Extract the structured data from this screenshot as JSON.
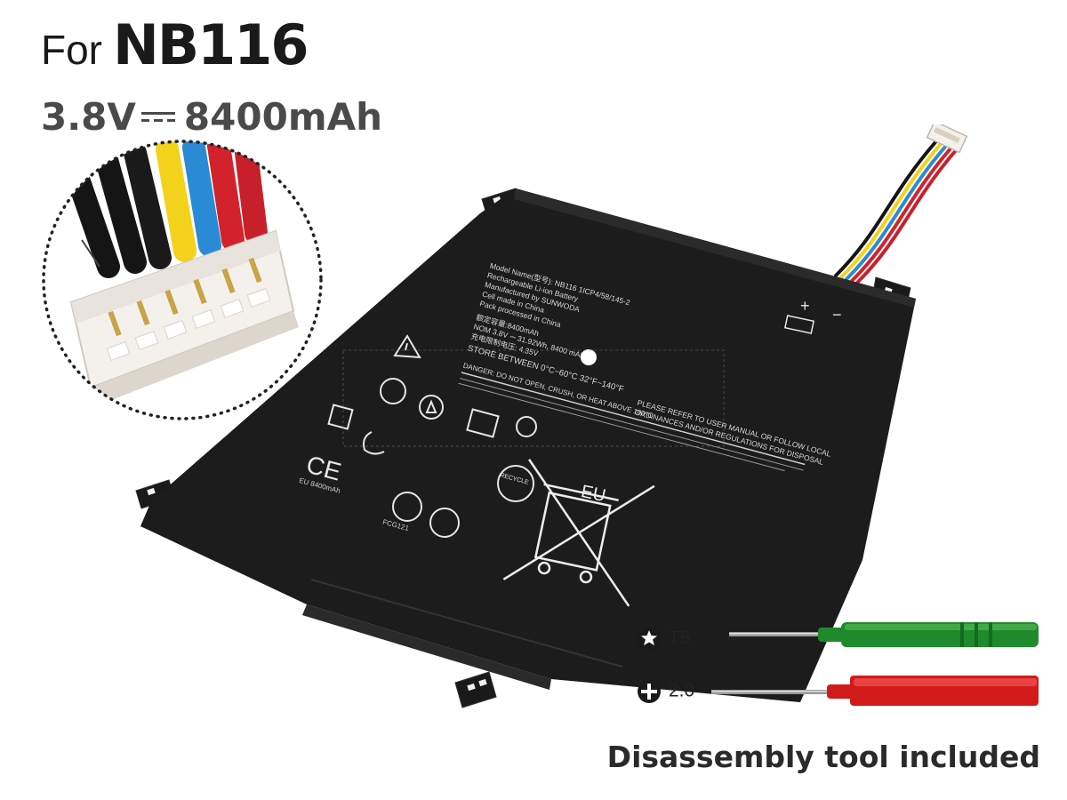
{
  "header": {
    "prefix": "For",
    "model": "NB116"
  },
  "specs": {
    "voltage": "3.8V",
    "capacity": "8400mAh"
  },
  "battery_label": {
    "model_line": "Model Name(型号): NB116  1ICP4/58/145-2",
    "type_line": "Rechargeable Li-ion Battery",
    "maker_line": "Manufactured by SUNWODA",
    "cell_line": "Cell made in China",
    "pack_line": "Pack processed in China",
    "rated_line": "额定容量:8400mAh",
    "nom_line": "NOM 3.8V ⎓ 31.92Wh, 8400 mAh",
    "charge_line": "充电限制电压: 4.35V",
    "store_line": "STORE BETWEEN 0°C~60°C  32°F~140°F",
    "danger_line": "DANGER: DO NOT OPEN, CRUSH, OR HEAT ABOVE 100°C",
    "refer_line_1": "PLEASE REFER TO USER MANUAL OR FOLLOW LOCAL",
    "refer_line_2": "ORDINANCES AND/OR REGULATIONS FOR DISPOSAL",
    "eu_text": "EU",
    "eu_capacity": "EU 8400mAh",
    "ce_mark": "CE",
    "plus_sign": "+",
    "minus_sign": "−",
    "recycle_text": "RECYCLE",
    "cert_code": "FCG121"
  },
  "tools": [
    {
      "label": "T5",
      "icon": "torx-icon",
      "handle_color": "#1f8a2c"
    },
    {
      "label": "2.0",
      "icon": "phillips-icon",
      "handle_color": "#d11a1a"
    }
  ],
  "footer": {
    "text": "Disassembly tool included"
  },
  "colors": {
    "battery_body": "#1c1c1c",
    "wire_black": "#151515",
    "wire_yellow": "#f2d21b",
    "wire_blue": "#2a8ad4",
    "wire_red": "#d2222c"
  }
}
